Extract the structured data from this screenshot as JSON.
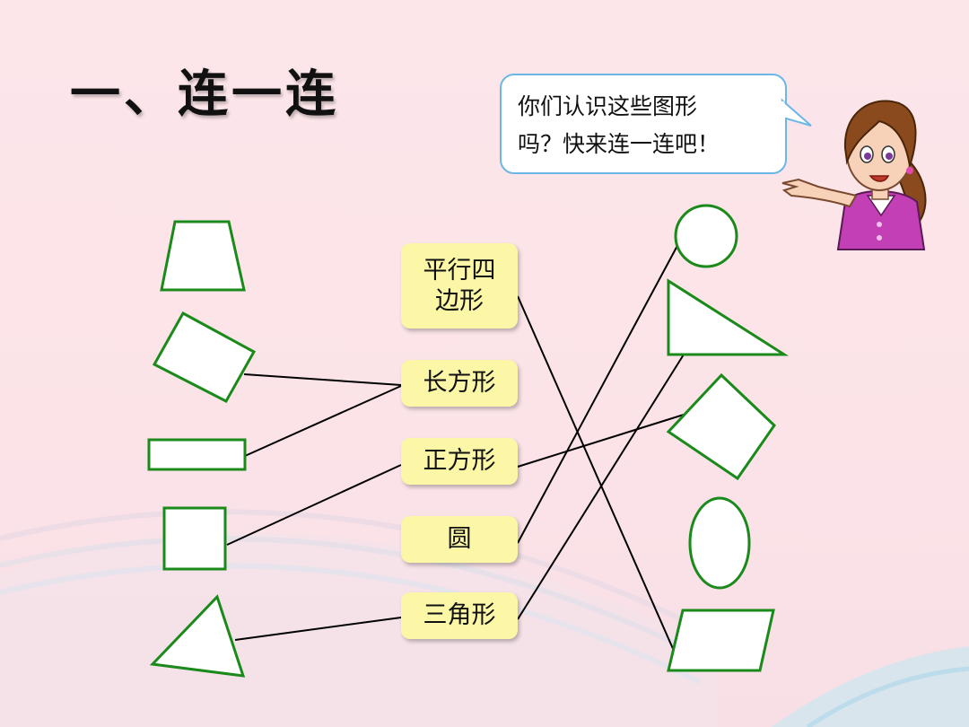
{
  "title": "一、连一连",
  "speech_bubble": {
    "line1": "你们认识这些图形",
    "line2": "吗？快来连一连吧！"
  },
  "labels": {
    "parallelogram_line1": "平行四",
    "parallelogram_line2": "边形",
    "rectangle": "长方形",
    "square": "正方形",
    "circle": "圆",
    "triangle": "三角形"
  },
  "colors": {
    "shape_stroke": "#1a8a1a",
    "label_fill": "#fbf7a6",
    "bubble_border": "#6cb6e6",
    "background": "#fde6ea"
  }
}
